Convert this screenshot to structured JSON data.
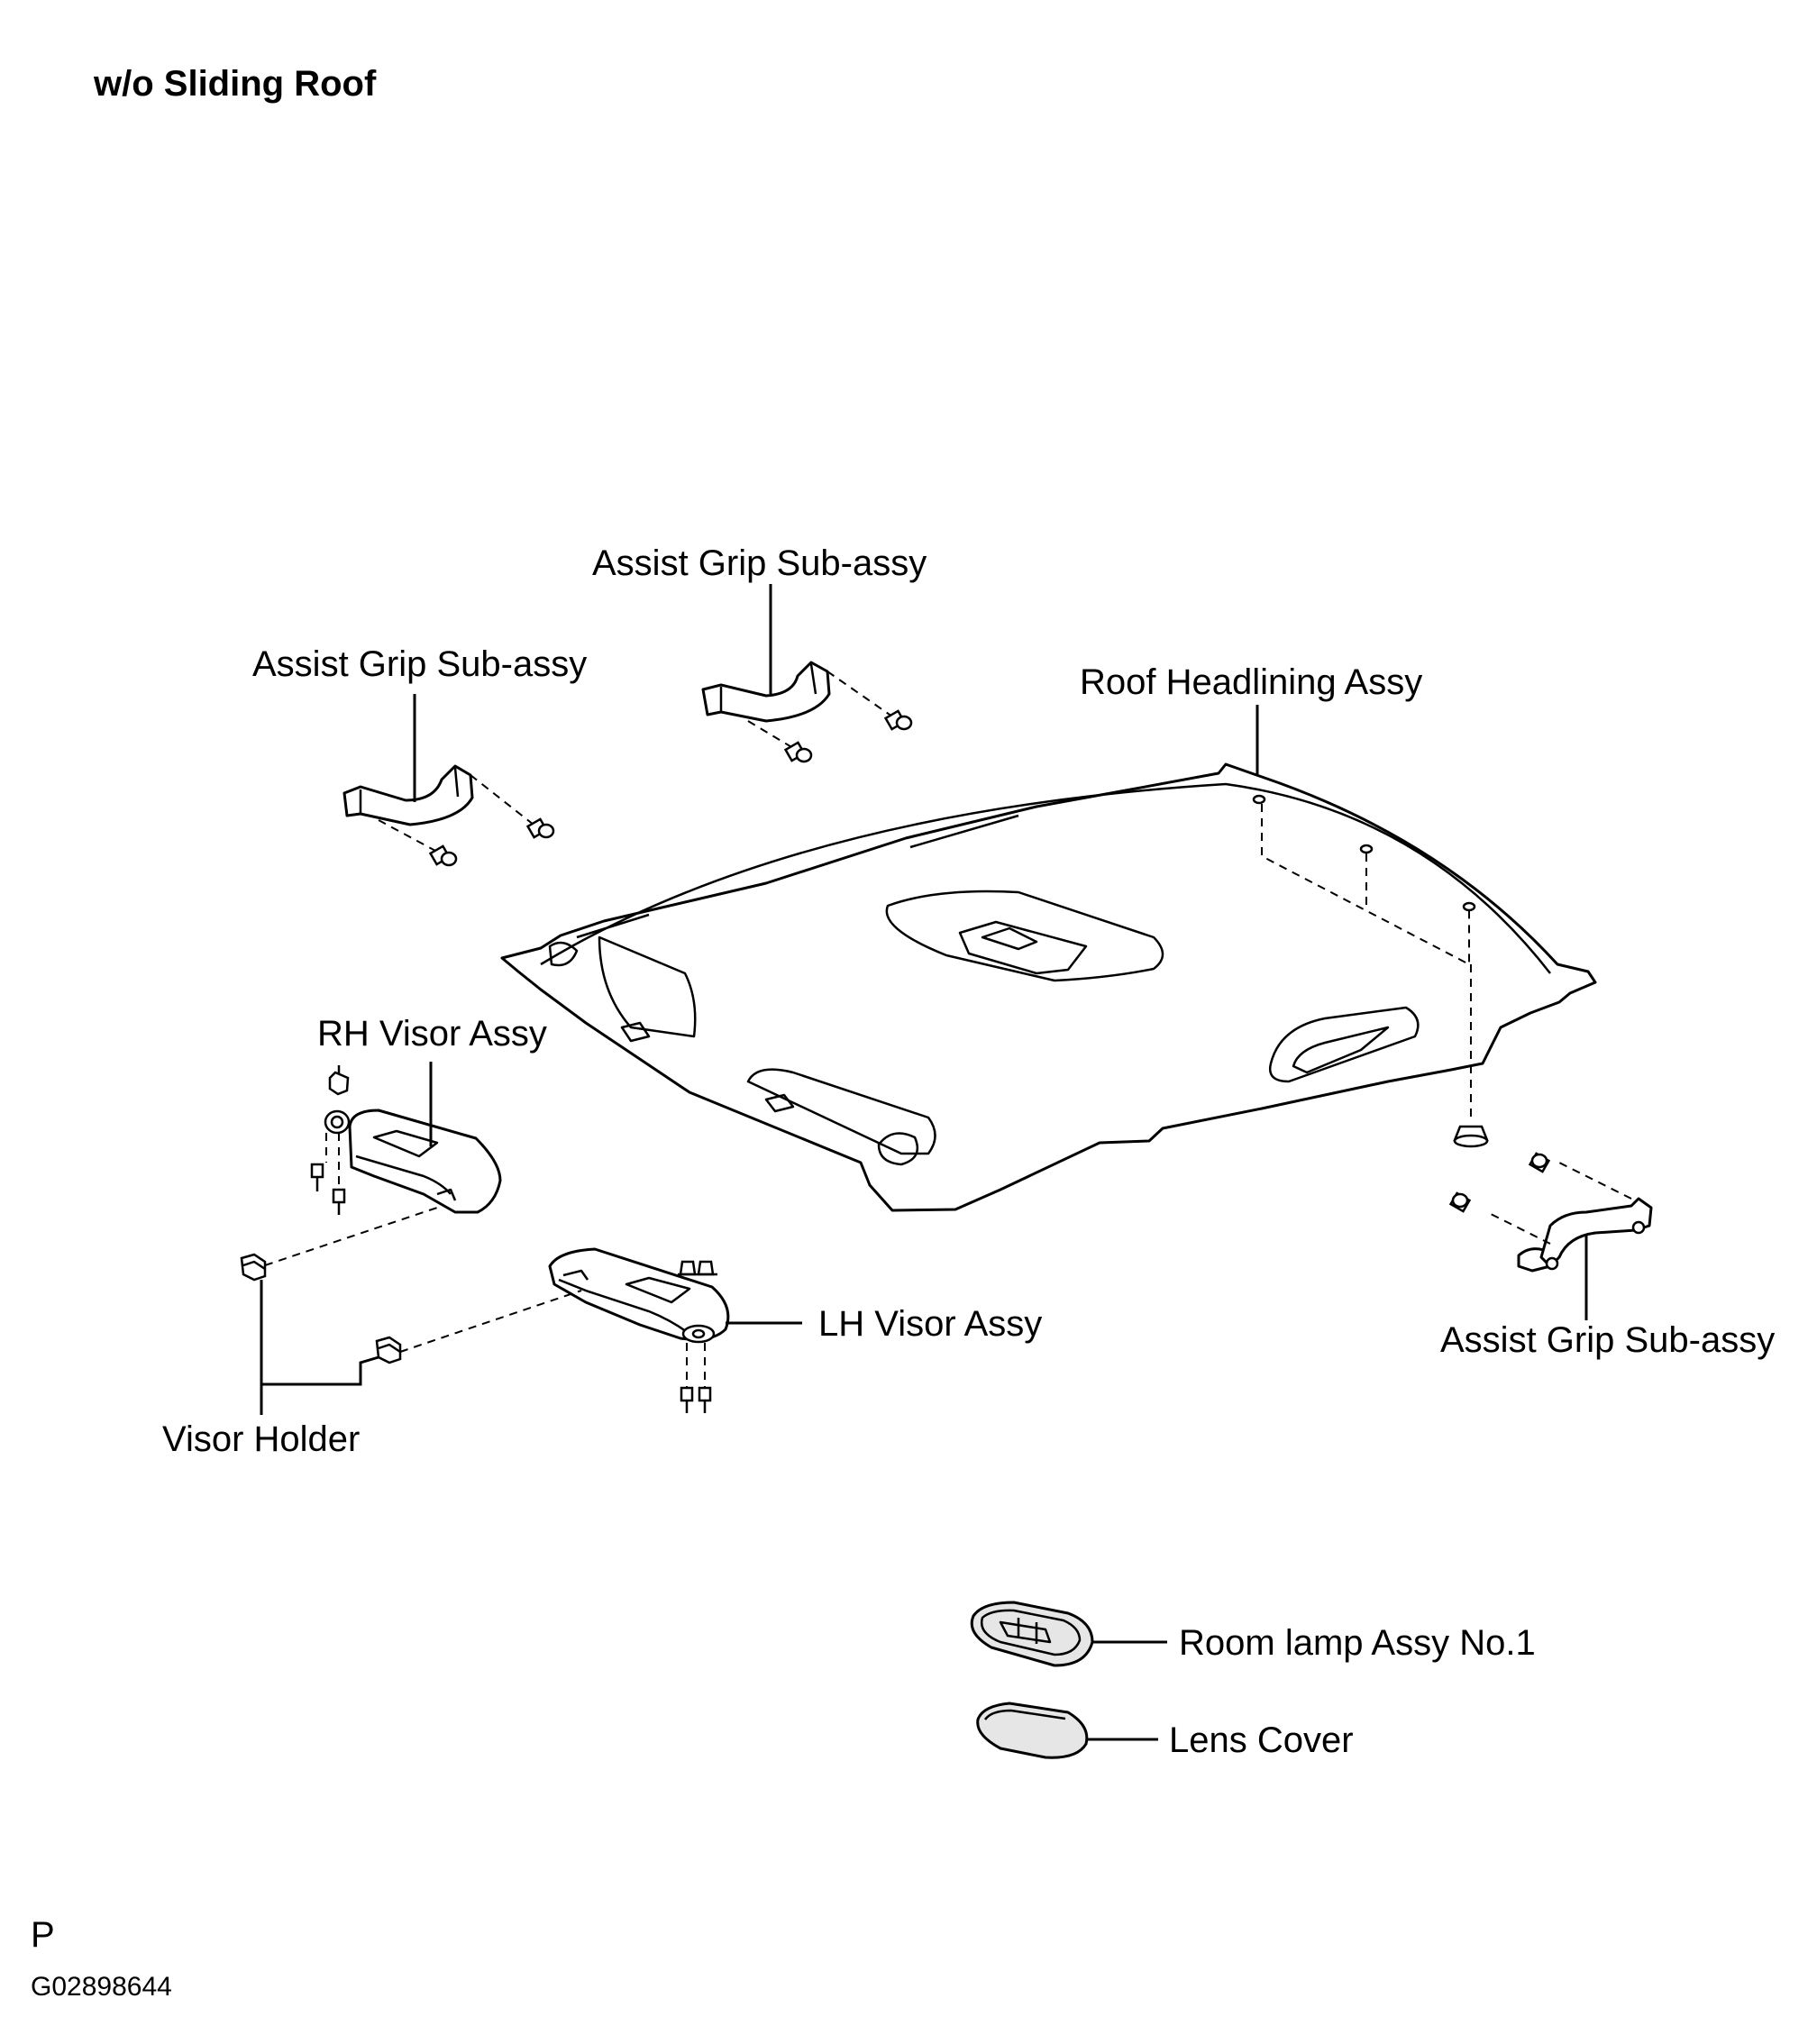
{
  "title": "w/o Sliding Roof",
  "labels": {
    "assist_grip_top": "Assist Grip Sub-assy",
    "assist_grip_left": "Assist Grip Sub-assy",
    "assist_grip_right": "Assist Grip Sub-assy",
    "roof_headlining": "Roof Headlining Assy",
    "rh_visor": "RH Visor Assy",
    "lh_visor": "LH Visor Assy",
    "visor_holder": "Visor Holder",
    "room_lamp": "Room lamp Assy No.1",
    "lens_cover": "Lens Cover"
  },
  "footer": {
    "page_marker": "P",
    "figure_code": "G02898644"
  }
}
